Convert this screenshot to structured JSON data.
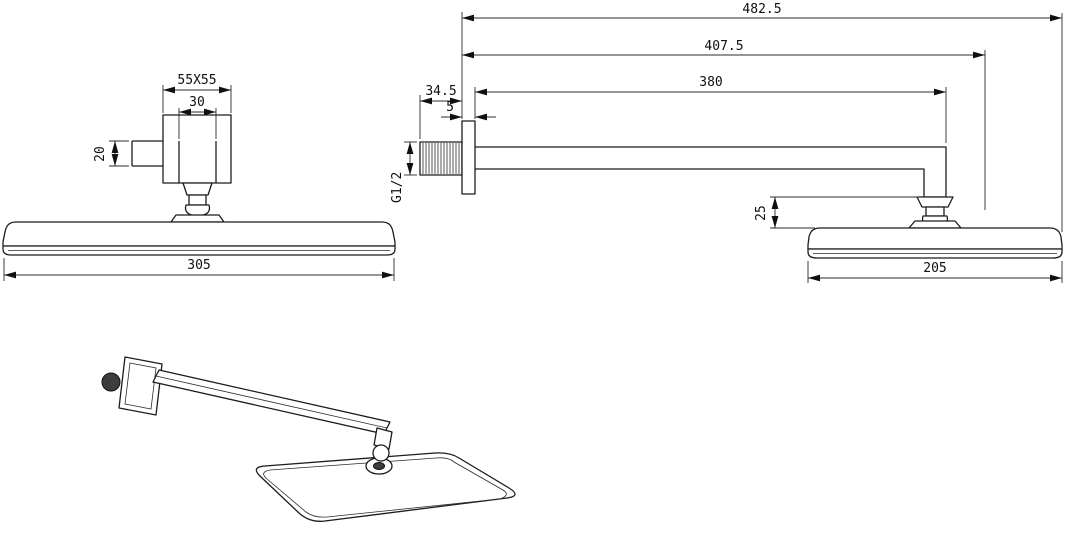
{
  "front_view": {
    "flange_size": "55X55",
    "socket_width": "30",
    "arm_height": "20",
    "head_width": "305"
  },
  "side_view": {
    "overall_length": "482.5",
    "to_head_length": "407.5",
    "arm_length": "380",
    "inlet_length": "34.5",
    "flange_thickness": "5",
    "thread": "G1/2",
    "head_offset": "25",
    "head_depth": "205"
  }
}
